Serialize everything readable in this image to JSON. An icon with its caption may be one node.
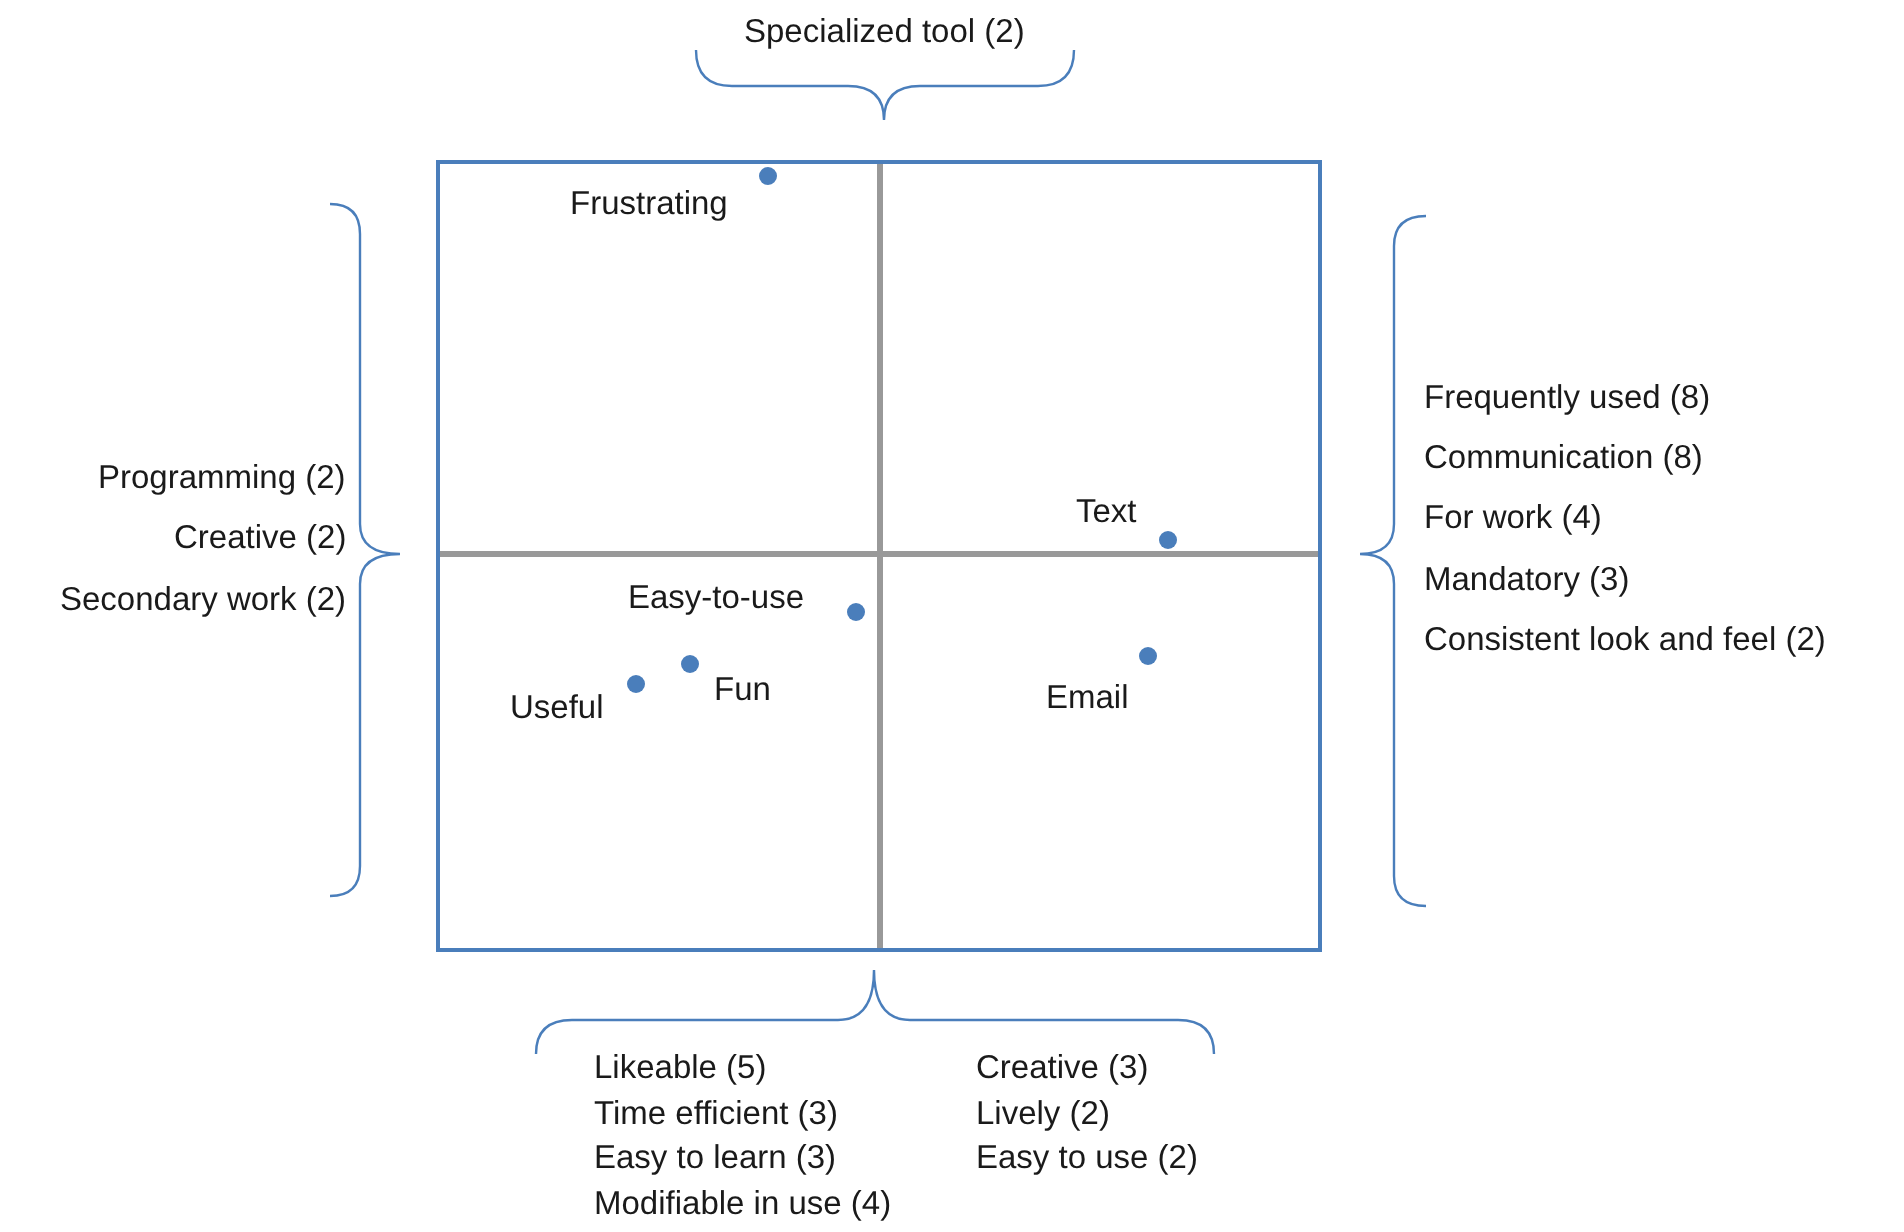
{
  "diagram": {
    "labels": [
      "Specialized tool (2)",
      "Frustrating",
      "Programming (2)",
      "Creative (2)",
      "Secondary work (2)",
      "Frequently used (8)",
      "Communication (8)",
      "For work (4)",
      "Mandatory (3)",
      "Consistent look and feel (2)",
      "Text",
      "Easy-to-use",
      "Fun",
      "Useful",
      "Email",
      "Likeable (5)",
      "Creative (3)",
      "Time efficient (3)",
      "Lively (2)",
      "Easy to learn (3)",
      "Easy to use (2)",
      "Modifiable in use (4)"
    ]
  }
}
